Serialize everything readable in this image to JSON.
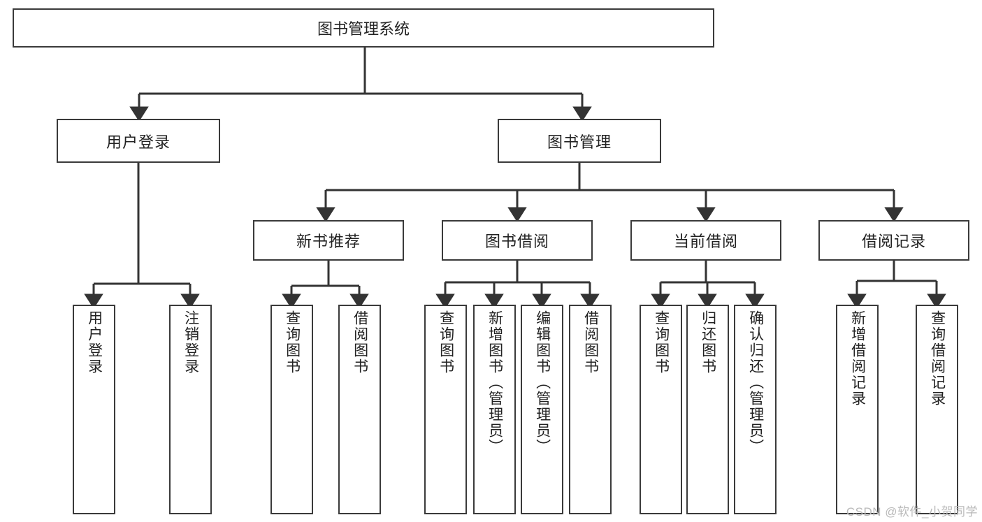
{
  "diagram": {
    "title": "图书管理系统",
    "type": "tree",
    "watermark": "CSDN @软件_小贺同学",
    "colors": {
      "box_border": "#3a3a3a",
      "box_fill": "#ffffff",
      "connector": "#333333",
      "text": "#222222",
      "watermark": "#b9b9b9"
    },
    "levels": {
      "root": {
        "label": "图书管理系统"
      },
      "level2": [
        {
          "id": "user-login",
          "label": "用户登录"
        },
        {
          "id": "book-manage",
          "label": "图书管理"
        }
      ],
      "level3": [
        {
          "id": "new-book-rec",
          "label": "新书推荐",
          "parent": "book-manage"
        },
        {
          "id": "book-borrow",
          "label": "图书借阅",
          "parent": "book-manage"
        },
        {
          "id": "current-borrow",
          "label": "当前借阅",
          "parent": "book-manage"
        },
        {
          "id": "borrow-record",
          "label": "借阅记录",
          "parent": "book-manage"
        }
      ],
      "leaves": [
        {
          "id": "leaf-user-login",
          "label": "用户登录",
          "parent": "user-login"
        },
        {
          "id": "leaf-user-logout",
          "label": "注销登录",
          "parent": "user-login"
        },
        {
          "id": "leaf-query-book-1",
          "label": "查询图书",
          "parent": "new-book-rec"
        },
        {
          "id": "leaf-borrow-book-1",
          "label": "借阅图书",
          "parent": "new-book-rec"
        },
        {
          "id": "leaf-query-book-2",
          "label": "查询图书",
          "parent": "book-borrow"
        },
        {
          "id": "leaf-add-book",
          "label": "新增图书（管理员）",
          "parent": "book-borrow"
        },
        {
          "id": "leaf-edit-book",
          "label": "编辑图书（管理员）",
          "parent": "book-borrow"
        },
        {
          "id": "leaf-borrow-book-2",
          "label": "借阅图书",
          "parent": "book-borrow"
        },
        {
          "id": "leaf-query-book-3",
          "label": "查询图书",
          "parent": "current-borrow"
        },
        {
          "id": "leaf-return-book",
          "label": "归还图书",
          "parent": "current-borrow"
        },
        {
          "id": "leaf-confirm-return",
          "label": "确认归还（管理员）",
          "parent": "current-borrow"
        },
        {
          "id": "leaf-add-record",
          "label": "新增借阅记录",
          "parent": "borrow-record"
        },
        {
          "id": "leaf-query-record",
          "label": "查询借阅记录",
          "parent": "borrow-record"
        }
      ]
    }
  }
}
